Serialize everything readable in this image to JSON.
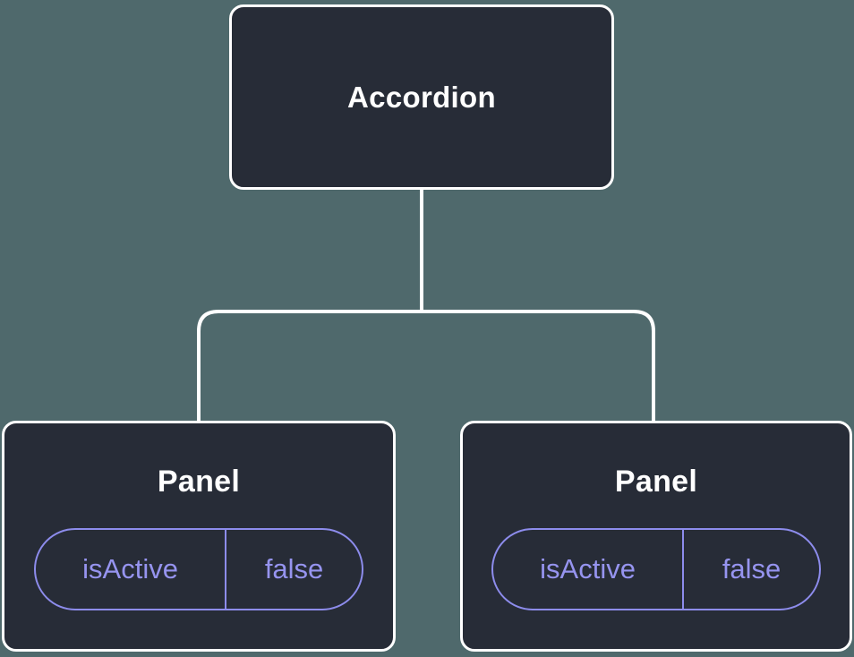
{
  "colors": {
    "background": "#4f696c",
    "node_fill": "#272c37",
    "node_border": "#ffffff",
    "connector_line": "#ffffff",
    "pill_border": "#8d8cec",
    "pill_text": "#9694ef"
  },
  "root_node": {
    "label": "Accordion"
  },
  "panel_nodes": [
    {
      "label": "Panel",
      "prop": {
        "name": "isActive",
        "value": "false"
      }
    },
    {
      "label": "Panel",
      "prop": {
        "name": "isActive",
        "value": "false"
      }
    }
  ]
}
